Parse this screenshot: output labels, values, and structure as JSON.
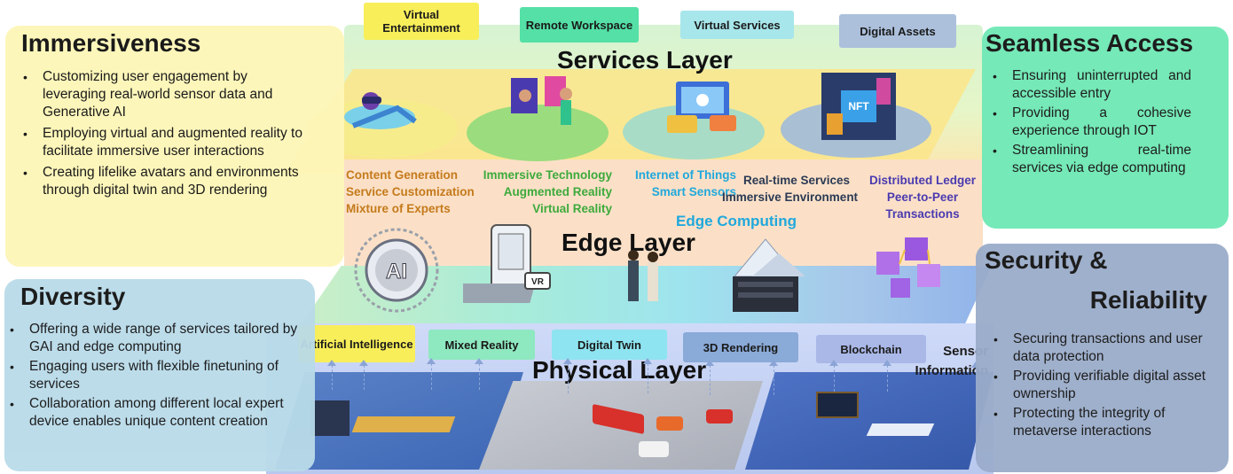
{
  "layers": {
    "services": "Services Layer",
    "edge": "Edge Layer",
    "physical": "Physical Layer"
  },
  "service_tags": [
    "Virtual Entertainment",
    "Remote Workspace",
    "Virtual Services",
    "Digital Assets"
  ],
  "edge_tags": [
    "Artificial Intelligence",
    "Mixed Reality",
    "Digital Twin",
    "3D Rendering",
    "Blockchain"
  ],
  "sensor_label": "Sensor Information",
  "tech_columns": {
    "col1": [
      "Content Generation",
      "Service Customization",
      "Mixture of Experts"
    ],
    "col2": [
      "Immersive Technology",
      "Augmented Reality",
      "Virtual Reality"
    ],
    "col3a": [
      "Internet of Things",
      "Smart Sensors"
    ],
    "col3b": [
      "Real-time Services",
      "Immersive Environment"
    ],
    "col3c": "Edge Computing",
    "col4": [
      "Distributed Ledger",
      "Peer-to-Peer",
      "Transactions"
    ]
  },
  "panels": {
    "immersiveness": {
      "title": "Immersiveness",
      "items": [
        "Customizing user engagement by leveraging real-world sensor data and Generative AI",
        "Employing virtual and augmented reality to facilitate immersive user interactions",
        "Creating lifelike avatars and environments through digital twin and 3D rendering"
      ]
    },
    "diversity": {
      "title": "Diversity",
      "items": [
        "Offering a wide range of services tailored by GAI and edge computing",
        "Engaging users with flexible finetuning of services",
        "Collaboration among different local expert device enables unique content creation"
      ]
    },
    "seamless": {
      "title": "Seamless Access",
      "items": [
        "Ensuring uninterrupted and accessible entry",
        "Providing a cohesive experience through IOT",
        "Streamlining real-time services via edge computing"
      ]
    },
    "security": {
      "title_line1": "Security &",
      "title_line2": "Reliability",
      "items": [
        "Securing transactions and user data protection",
        "Providing verifiable digital asset ownership",
        "Protecting the integrity of metaverse interactions"
      ]
    }
  },
  "icons": {
    "ai": "AI",
    "vr": "VR",
    "nft": "NFT"
  },
  "colors": {
    "immersive_panel": "#fdf6b8",
    "diversity_panel": "#b9dbe9",
    "seamless_panel": "#6ee8b4",
    "security_panel": "#9aacca",
    "tech_orange": "#c47a1b",
    "tech_green": "#3caa3c",
    "tech_cyan": "#20a8dc",
    "tech_dark": "#2b3a55",
    "tech_purple": "#4a3ab0"
  }
}
